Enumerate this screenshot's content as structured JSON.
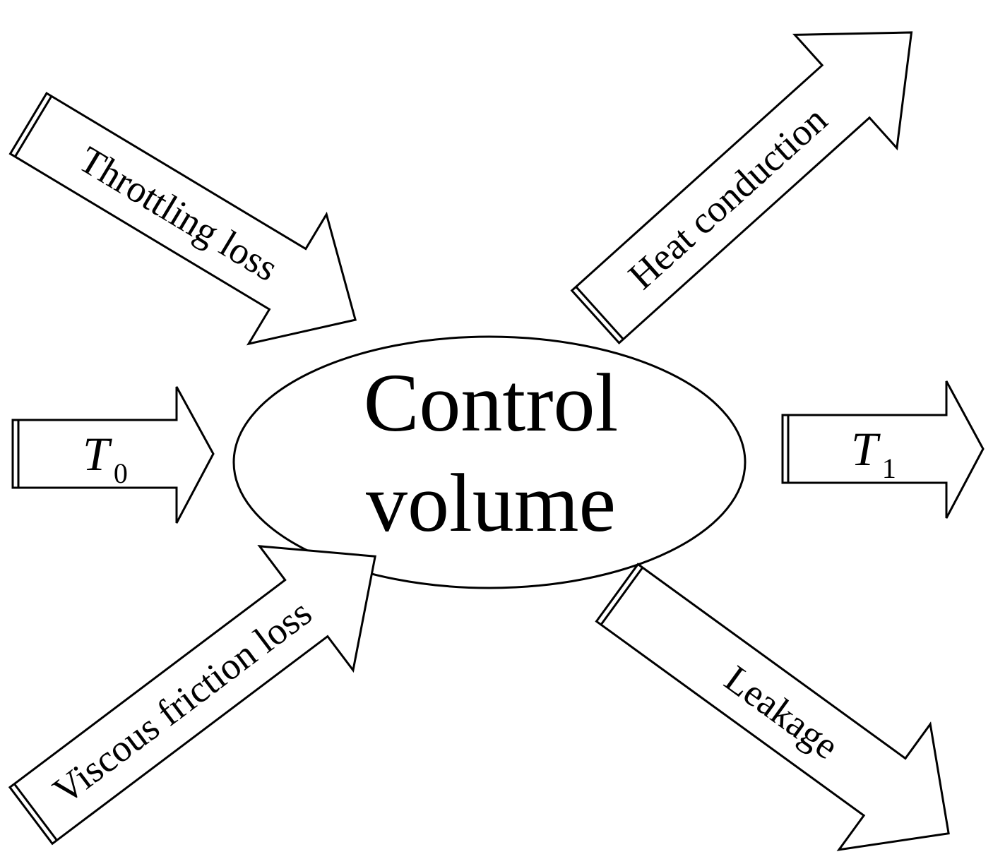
{
  "diagram": {
    "center": {
      "line1": "Control",
      "line2": "volume"
    },
    "inputs": {
      "throttling_loss": "Throttling loss",
      "temperature_in": {
        "symbol": "T",
        "subscript": "0"
      },
      "viscous_friction_loss": "Viscous friction loss"
    },
    "outputs": {
      "heat_conduction": "Heat conduction",
      "temperature_out": {
        "symbol": "T",
        "subscript": "1"
      },
      "leakage": "Leakage"
    },
    "colors": {
      "stroke": "#000000",
      "fill": "#ffffff"
    }
  }
}
